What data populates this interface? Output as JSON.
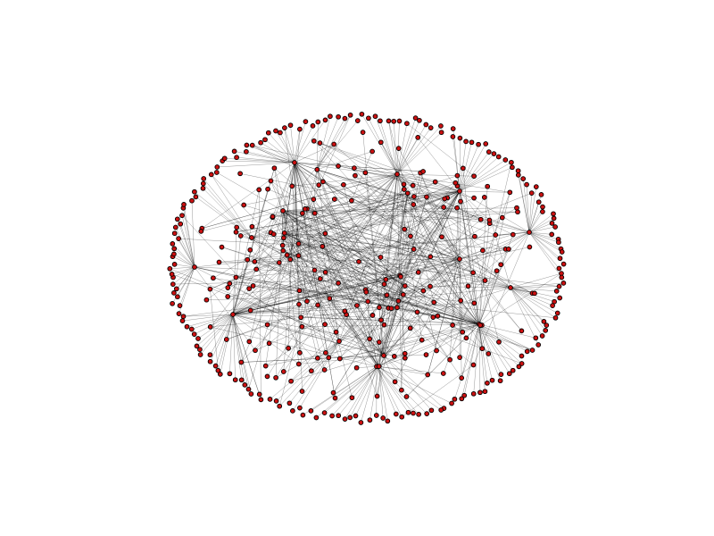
{
  "graph": {
    "type": "network",
    "layout": "spring",
    "node_count": 420,
    "hub_count": 26,
    "node_color": "#cc1111",
    "node_border_color": "#000000",
    "edge_color": "#000000",
    "background_color": "#ffffff",
    "labels_shown": false
  }
}
